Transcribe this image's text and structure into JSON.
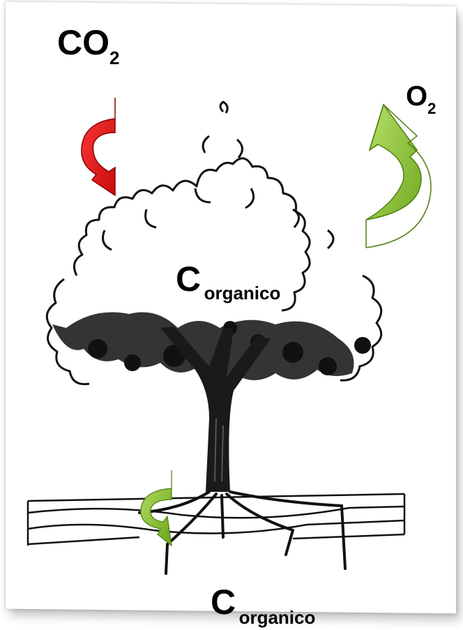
{
  "labels": {
    "co2_main": "CO",
    "co2_sub": "2",
    "o2_main": "O",
    "o2_sub": "2",
    "canopy_c": "C",
    "canopy_sub": "organico",
    "soil_c": "C",
    "soil_sub": "organico"
  },
  "arrows": {
    "co2_arrow_color": "#e01818",
    "o2_arrow_color": "#7fbf2a",
    "soil_arrow_color": "#7fbf2a"
  }
}
